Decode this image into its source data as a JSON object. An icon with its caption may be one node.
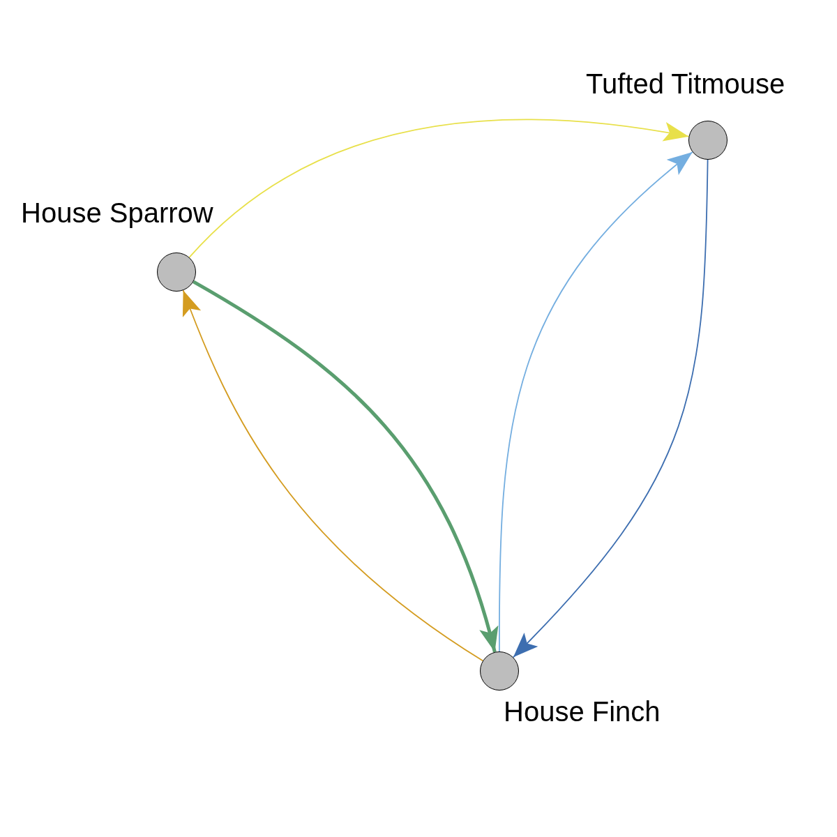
{
  "diagram": {
    "nodes": [
      {
        "text": [],
        "shape": "circle",
        "beside": [
          "House Sparrow"
        ]
      },
      {
        "text": [],
        "shape": "circle",
        "beside": [
          "Tufted Titmouse"
        ]
      },
      {
        "text": [],
        "shape": "circle",
        "beside": [
          "House Finch"
        ]
      }
    ],
    "edges": [
      {
        "from": 0,
        "to": 1,
        "arrow": "to",
        "color": "#e8e04a"
      },
      {
        "from": 0,
        "to": 2,
        "arrow": "to",
        "color": "#5a9e6f",
        "style": "thick"
      },
      {
        "from": 2,
        "to": 0,
        "arrow": "to",
        "color": "#d49c20"
      },
      {
        "from": 2,
        "to": 1,
        "arrow": "to",
        "color": "#74aee0"
      },
      {
        "from": 1,
        "to": 2,
        "arrow": "to",
        "color": "#3d6eb0"
      }
    ]
  }
}
